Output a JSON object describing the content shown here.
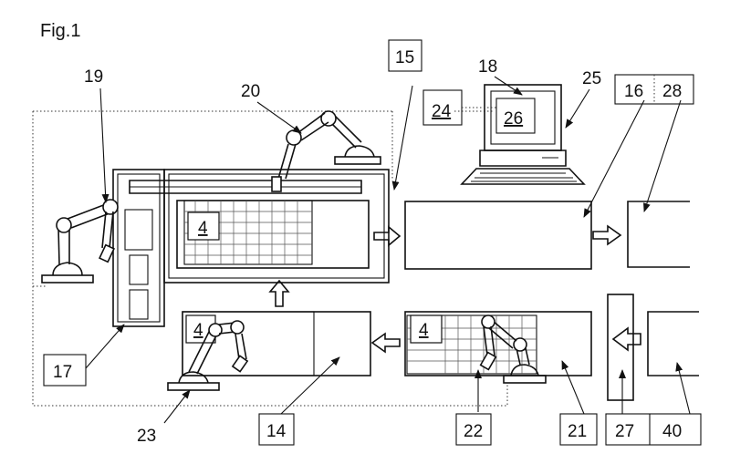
{
  "figure": {
    "title": "Fig.1"
  },
  "labels": {
    "l4a": "4",
    "l4b": "4",
    "l4c": "4",
    "l14": "14",
    "l15": "15",
    "l16": "16",
    "l17": "17",
    "l18": "18",
    "l19": "19",
    "l20": "20",
    "l21": "21",
    "l22": "22",
    "l23": "23",
    "l24": "24",
    "l25": "25",
    "l26": "26",
    "l27": "27",
    "l28": "28",
    "l40": "40"
  },
  "colors": {
    "ink": "#111111",
    "background": "#ffffff"
  }
}
